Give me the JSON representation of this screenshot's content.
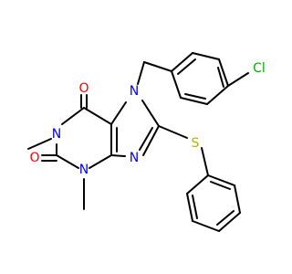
{
  "molecule": {
    "atom_labels": {
      "o_top": "O",
      "o_left": "O",
      "n1": "N",
      "n3": "N",
      "n7": "N",
      "n9": "N",
      "s": "S",
      "cl": "Cl"
    },
    "colors": {
      "carbon_bond": "#000000",
      "nitrogen": "#0000ff",
      "oxygen": "#ff0000",
      "sulfur": "#b2b200",
      "chlorine": "#00b200",
      "background": "#ffffff"
    }
  }
}
